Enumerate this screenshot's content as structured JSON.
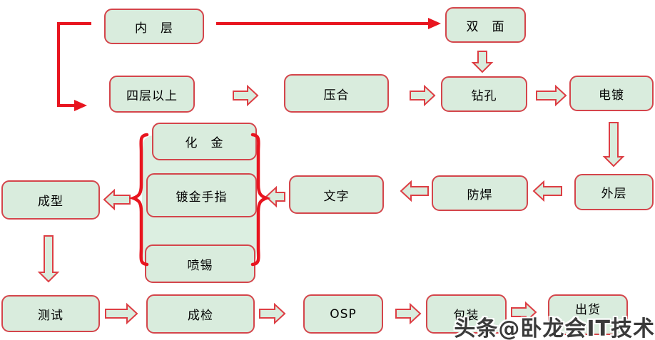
{
  "colors": {
    "box_fill": "#d9ecdd",
    "box_border": "#d4454b",
    "arrow_outline": "#dd3e44",
    "solid_red": "#e8151f",
    "group_fill": "#dcefe1",
    "text": "#000000",
    "watermark": "#3a3a3a"
  },
  "watermark": {
    "text": "头条@卧龙会IT技术"
  },
  "nodes": [
    {
      "id": "inner-layer",
      "label": "内　层"
    },
    {
      "id": "double-sided",
      "label": "双　面"
    },
    {
      "id": "four-plus-layers",
      "label": "四层以上"
    },
    {
      "id": "lamination",
      "label": "压合"
    },
    {
      "id": "drilling",
      "label": "钻孔"
    },
    {
      "id": "plating",
      "label": "电镀"
    },
    {
      "id": "enig-gold",
      "label": "化　金"
    },
    {
      "id": "gold-fingers",
      "label": "镀金手指"
    },
    {
      "id": "hasl-tin-spray",
      "label": "喷锡"
    },
    {
      "id": "silkscreen-text",
      "label": "文字"
    },
    {
      "id": "solder-mask",
      "label": "防焊"
    },
    {
      "id": "outer-layer",
      "label": "外层"
    },
    {
      "id": "forming",
      "label": "成型"
    },
    {
      "id": "testing",
      "label": "测试"
    },
    {
      "id": "final-inspection",
      "label": "成检"
    },
    {
      "id": "osp",
      "label": "OSP"
    },
    {
      "id": "packaging",
      "label": "包装"
    },
    {
      "id": "shipping",
      "label": "出货"
    }
  ]
}
